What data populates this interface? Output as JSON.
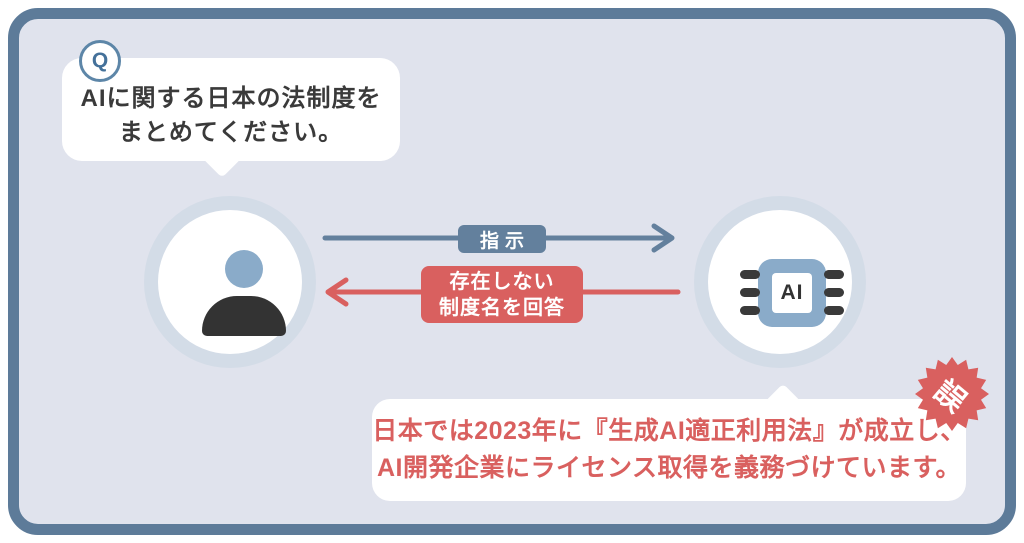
{
  "question_bubble": {
    "badge": "Q",
    "line1": "AIに関する日本の法制度を",
    "line2": "まとめてください。"
  },
  "flows": {
    "instruction_label": "指示",
    "response_label_line1": "存在しない",
    "response_label_line2": "制度名を回答"
  },
  "ai_chip": {
    "label": "AI"
  },
  "answer_bubble": {
    "line1": "日本では2023年に『生成AI適正利用法』が成立し、",
    "line2": "AI開発企業にライセンス取得を義務づけています。",
    "error_badge": "誤"
  },
  "colors": {
    "frame_border": "#5d7b99",
    "panel_background": "#e0e3ed",
    "accent_blue": "#63809d",
    "accent_red": "#d9605f",
    "circle_ring": "#d3dce7",
    "icon_blue": "#8aabc9",
    "dark": "#333333",
    "text_dark": "#3a3a3a"
  }
}
